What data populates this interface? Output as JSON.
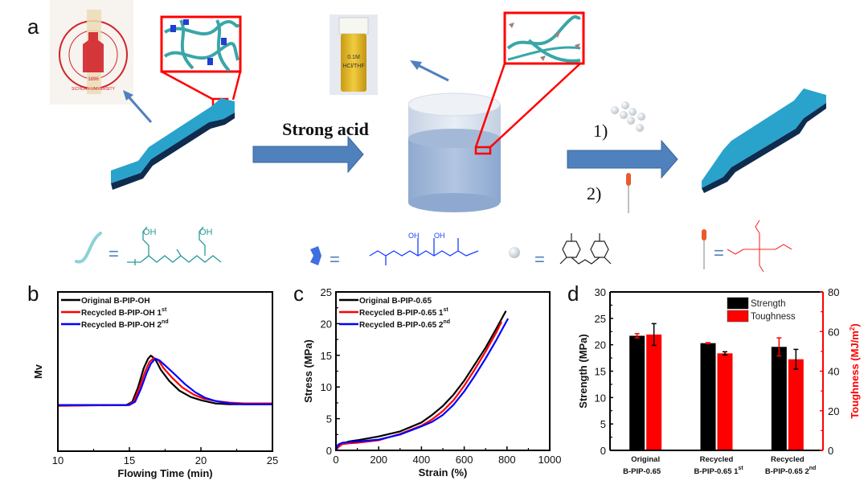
{
  "panels": {
    "a": {
      "label": "a",
      "arrow1_text": "Strong acid",
      "step1": "1)",
      "step2": "2)",
      "vial_label_line1": "0.1M",
      "vial_label_line2": "HCl/THF",
      "seal_text": "SICHUAN UNIVERSITY",
      "seal_year": "1896",
      "legend_polymer_eq": "=",
      "legend_crosslink_eq": "=",
      "legend_bead_eq": "=",
      "legend_catalyst_eq": "=",
      "oh1": "OH",
      "oh2": "OH",
      "colors": {
        "arrow": "#4f81bd",
        "specimen": "#2aa3cc",
        "specimen_dark": "#0d2c4f",
        "zoom_frame": "#ff0000",
        "polymer": "#3aa6a8",
        "crosslinker": "#1a3fff",
        "catalyst": "#ff2a2a"
      }
    },
    "b": {
      "label": "b"
    },
    "c": {
      "label": "c"
    },
    "d": {
      "label": "d"
    }
  },
  "chart_data": [
    {
      "type": "line",
      "panel": "b",
      "title": "",
      "xlabel": "Flowing Time (min)",
      "ylabel": "Mv",
      "xlim": [
        10,
        25
      ],
      "ylim": [
        0,
        1
      ],
      "xticks": [
        "10",
        "15",
        "20",
        "25"
      ],
      "yticks": [],
      "legend": "top-left",
      "series": [
        {
          "name": "Original B-PIP-OH",
          "sup": "",
          "color": "#000000",
          "x": [
            10,
            14.8,
            15.2,
            15.6,
            16.0,
            16.3,
            16.5,
            16.8,
            17.2,
            17.8,
            18.5,
            19.3,
            20.0,
            21.0,
            22.0,
            23.0,
            25.0
          ],
          "y": [
            0.29,
            0.29,
            0.31,
            0.4,
            0.52,
            0.58,
            0.6,
            0.58,
            0.51,
            0.44,
            0.38,
            0.34,
            0.32,
            0.3,
            0.295,
            0.295,
            0.295
          ]
        },
        {
          "name": "Recycled B-PIP-OH 1",
          "sup": "st",
          "color": "#ff0000",
          "x": [
            10,
            14.9,
            15.3,
            15.7,
            16.1,
            16.4,
            16.7,
            17.0,
            17.4,
            18.0,
            18.7,
            19.5,
            20.2,
            21.0,
            22.0,
            23.0,
            25.0
          ],
          "y": [
            0.285,
            0.29,
            0.31,
            0.4,
            0.5,
            0.56,
            0.585,
            0.575,
            0.52,
            0.46,
            0.4,
            0.355,
            0.33,
            0.315,
            0.305,
            0.3,
            0.3
          ]
        },
        {
          "name": "Recycled B-PIP-OH 2",
          "sup": "nd",
          "color": "#0000ff",
          "x": [
            10,
            15.0,
            15.4,
            15.8,
            16.2,
            16.5,
            16.8,
            17.1,
            17.6,
            18.2,
            18.9,
            19.6,
            20.3,
            21.0,
            22.0,
            23.0,
            25.0
          ],
          "y": [
            0.29,
            0.29,
            0.31,
            0.39,
            0.49,
            0.55,
            0.58,
            0.57,
            0.53,
            0.48,
            0.42,
            0.37,
            0.335,
            0.315,
            0.3,
            0.295,
            0.295
          ]
        }
      ]
    },
    {
      "type": "line",
      "panel": "c",
      "title": "",
      "xlabel": "Strain (%)",
      "ylabel": "Stress (MPa)",
      "xlim": [
        0,
        1000
      ],
      "ylim": [
        0,
        25
      ],
      "xticks": [
        "0",
        "200",
        "400",
        "600",
        "800",
        "1000"
      ],
      "yticks": [
        "0",
        "5",
        "10",
        "15",
        "20",
        "25"
      ],
      "legend": "top-left",
      "series": [
        {
          "name": "Original B-PIP-0.65",
          "sup": "",
          "color": "#000000",
          "x": [
            0,
            10,
            30,
            60,
            100,
            200,
            300,
            400,
            450,
            500,
            550,
            600,
            650,
            700,
            750,
            795
          ],
          "y": [
            0,
            0.6,
            1.1,
            1.4,
            1.6,
            2.2,
            3.0,
            4.4,
            5.6,
            7.0,
            8.8,
            11.0,
            13.6,
            16.2,
            19.2,
            22.0
          ]
        },
        {
          "name": "Recycled B-PIP-0.65 1",
          "sup": "st",
          "color": "#ff0000",
          "x": [
            0,
            10,
            30,
            60,
            100,
            200,
            300,
            400,
            450,
            500,
            550,
            600,
            650,
            700,
            750,
            775
          ],
          "y": [
            0,
            0.5,
            1.0,
            1.1,
            1.2,
            1.6,
            2.6,
            3.9,
            4.9,
            6.2,
            7.9,
            10.2,
            12.8,
            15.6,
            18.6,
            20.3
          ]
        },
        {
          "name": "Recycled B-PIP-0.65 2",
          "sup": "nd",
          "color": "#0000ff",
          "x": [
            0,
            10,
            30,
            60,
            100,
            200,
            300,
            400,
            450,
            500,
            550,
            600,
            650,
            700,
            750,
            805
          ],
          "y": [
            0,
            0.9,
            1.2,
            1.3,
            1.4,
            1.7,
            2.5,
            3.8,
            4.5,
            5.6,
            7.2,
            9.3,
            11.8,
            14.5,
            17.4,
            20.8
          ]
        }
      ]
    },
    {
      "type": "bar",
      "panel": "d",
      "title": "",
      "xlabel": "",
      "ylabel": "Strength (MPa)",
      "ylabel_right": "Toughness (MJ/m",
      "ylabel_right_sup": "2",
      "ylabel_right_end": ")",
      "ylim": [
        0,
        30
      ],
      "ylim_right": [
        0,
        80
      ],
      "yticks": [
        "0",
        "5",
        "10",
        "15",
        "20",
        "25",
        "30"
      ],
      "yticks_right": [
        "0",
        "20",
        "40",
        "60",
        "80"
      ],
      "legend": "top-right",
      "categories": [
        {
          "line1": "Original",
          "line2": "B-PIP-0.65",
          "sup": ""
        },
        {
          "line1": "Recycled",
          "line2": "B-PIP-0.65 1",
          "sup": "st"
        },
        {
          "line1": "Recycled",
          "line2": "B-PIP-0.65 2",
          "sup": "nd"
        }
      ],
      "series": [
        {
          "name": "Strength",
          "axis": "left",
          "color": "#000000",
          "error_color": "#ff0000",
          "values": [
            21.7,
            20.3,
            19.6
          ],
          "errors": [
            0.4,
            0.1,
            1.7
          ]
        },
        {
          "name": "Toughness",
          "axis": "right",
          "color": "#ff0000",
          "error_color": "#000000",
          "values": [
            58.5,
            49.0,
            46.0
          ],
          "errors": [
            5.5,
            0.8,
            5.0
          ]
        }
      ]
    }
  ]
}
